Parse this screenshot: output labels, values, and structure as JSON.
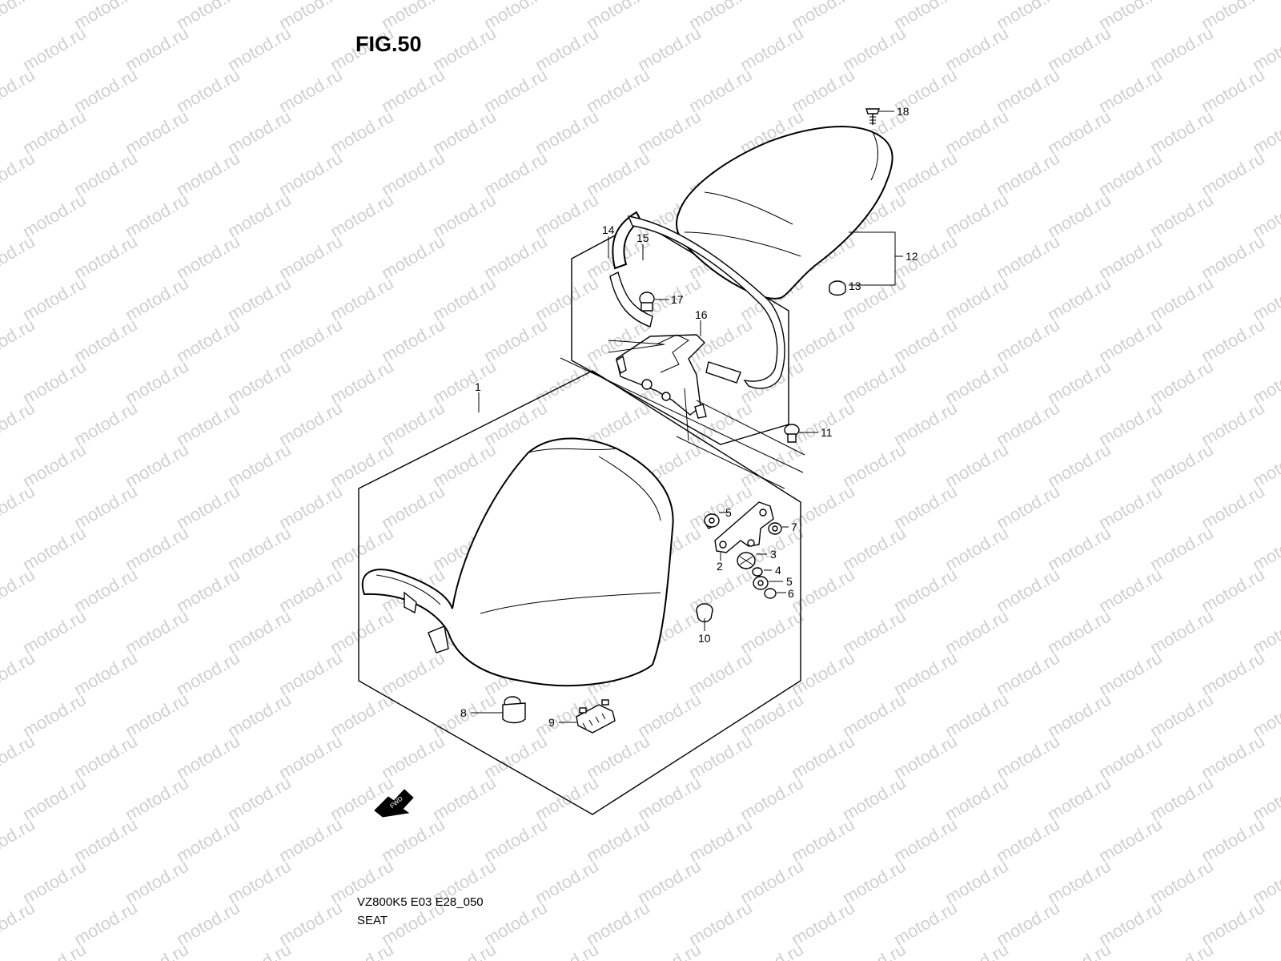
{
  "figure": {
    "title": "FIG.50",
    "code": "VZ800K5 E03 E28_050",
    "name": "SEAT"
  },
  "watermark": "motod.ru",
  "fwd_label": "FWD",
  "callouts": [
    "1",
    "2",
    "3",
    "4",
    "5",
    "5",
    "6",
    "7",
    "8",
    "9",
    "10",
    "11",
    "12",
    "13",
    "14",
    "15",
    "16",
    "17",
    "18"
  ]
}
